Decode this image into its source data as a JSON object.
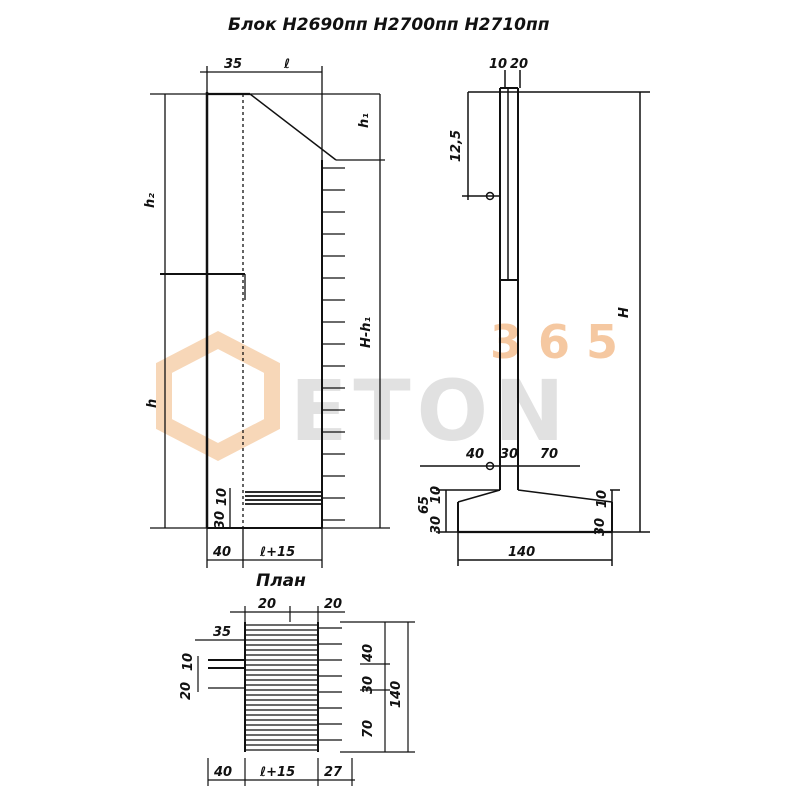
{
  "title": "Блок  Н2690пп  Н2700пп  Н2710пп",
  "plan_title": "План",
  "watermark": {
    "brand": "ETON",
    "number": "365",
    "brand_color": "#c9c9c9",
    "accent_color": "#f2b27a"
  },
  "front_view": {
    "top_35": "35",
    "top_l": "ℓ",
    "h1": "h₁",
    "h2": "h₂",
    "h": "h",
    "h_minus_h1": "H-h₁",
    "left_30": "30",
    "left_10": "10",
    "bottom_40": "40",
    "bottom_l15": "ℓ+15"
  },
  "side_view": {
    "top_10": "10",
    "top_20": "20",
    "dim_125": "12,5",
    "H": "H",
    "w_40": "40",
    "w_30": "30",
    "w_70": "70",
    "l_65": "65",
    "l_10": "10",
    "l_30": "30",
    "r_10": "10",
    "r_30": "30",
    "base_140": "140"
  },
  "plan": {
    "top_20a": "20",
    "top_20b": "20",
    "left_35": "35",
    "left_20": "20",
    "left_10": "10",
    "right_40": "40",
    "right_30": "30",
    "right_70": "70",
    "right_140": "140",
    "bottom_40": "40",
    "bottom_l15": "ℓ+15",
    "bottom_27": "27"
  }
}
